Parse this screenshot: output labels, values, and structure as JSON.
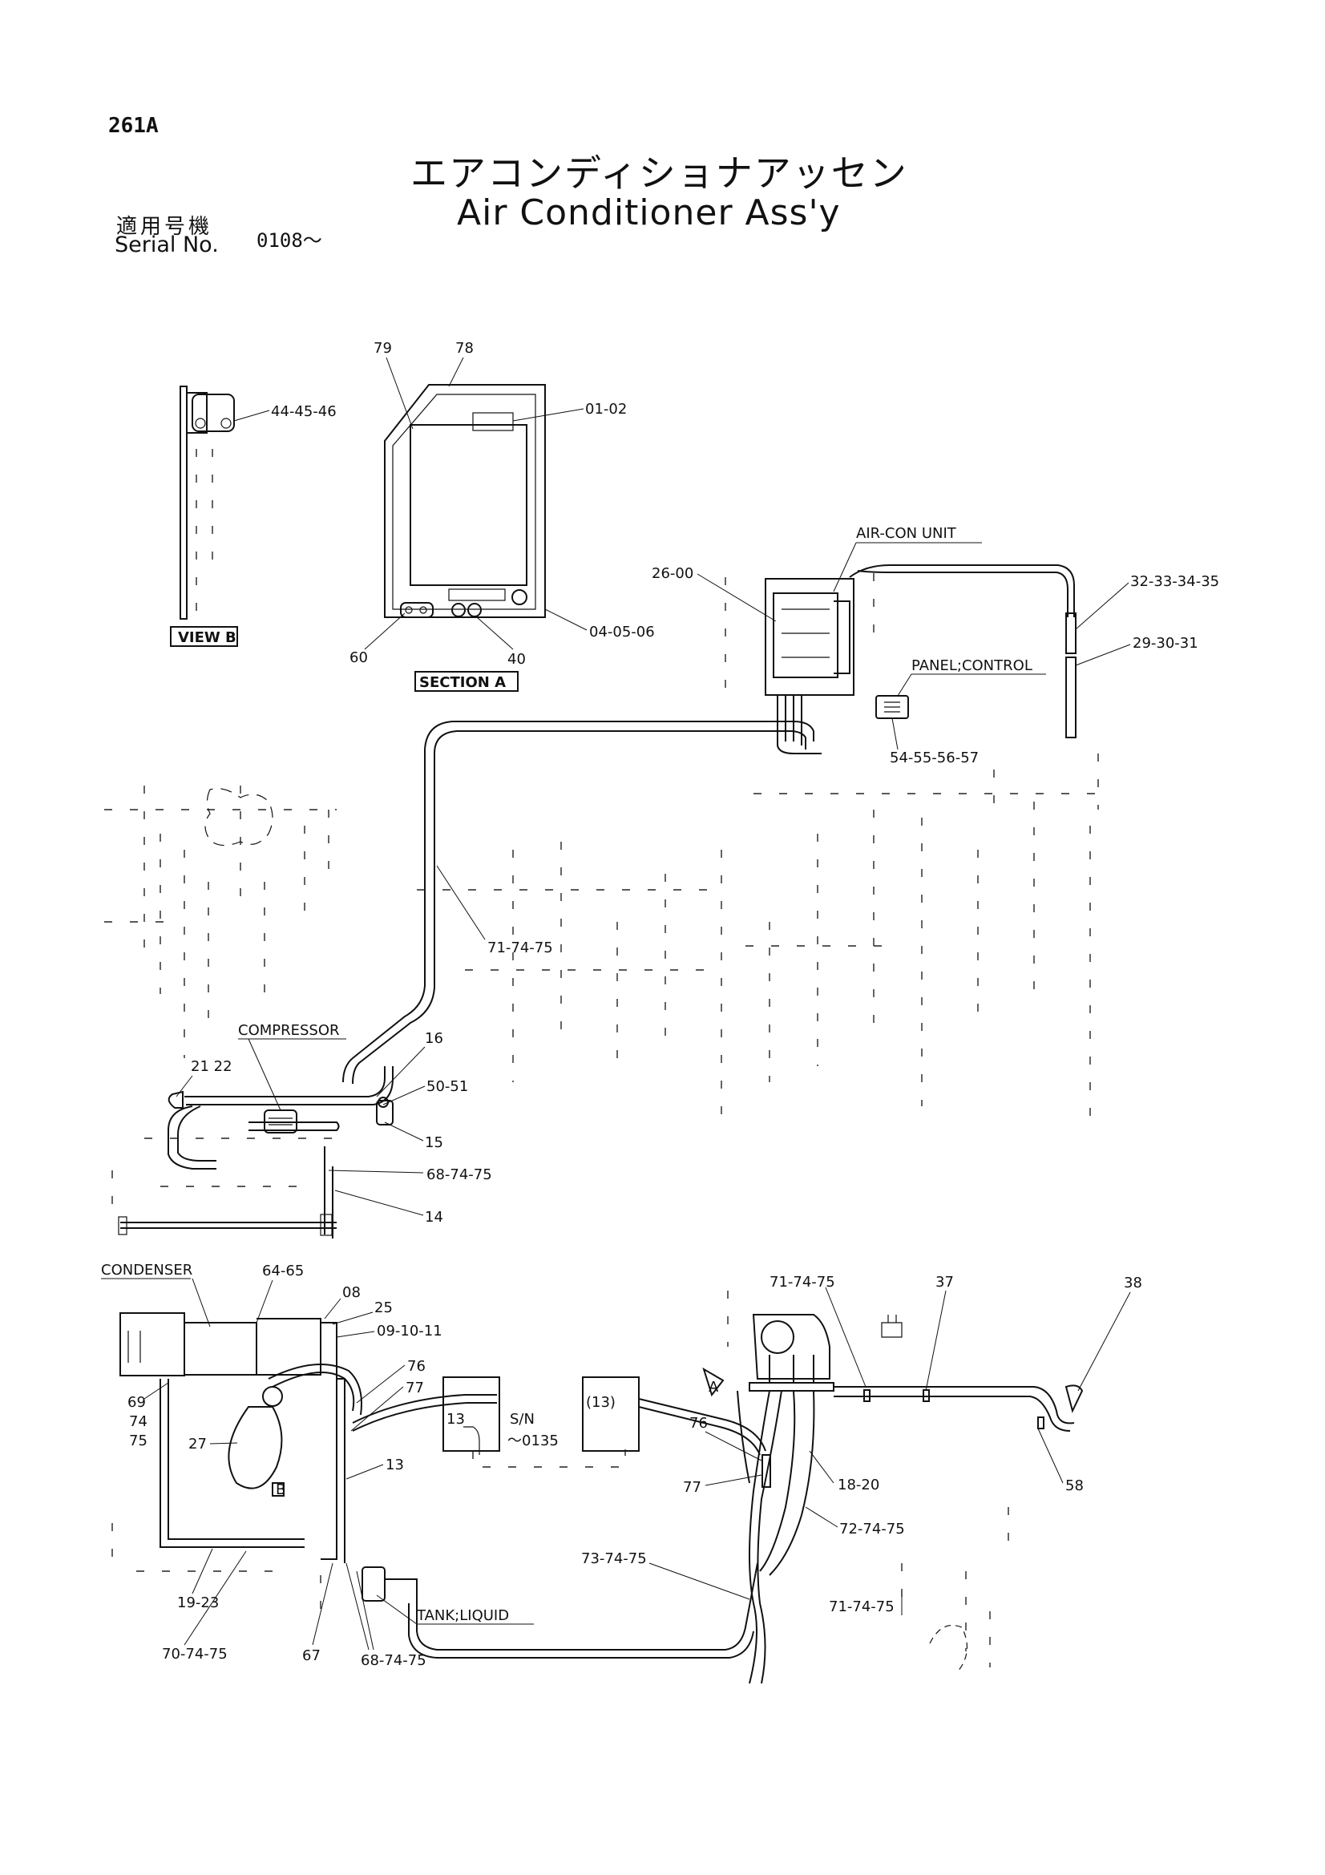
{
  "header": {
    "page_number": "261A",
    "title_jp": "エアコンディショナアッセン",
    "title_en": "Air Conditioner Ass'y",
    "serial_label_jp": "適用号機",
    "serial_label_en": "Serial No.",
    "serial_value": "0108～"
  },
  "callouts": {
    "c_79": "79",
    "c_78": "78",
    "c_01_02": "01-02",
    "c_44_45_46": "44-45-46",
    "c_60": "60",
    "c_40": "40",
    "c_04_05_06": "04-05-06",
    "view_b": "VIEW B",
    "section_a": "SECTION A",
    "air_con_unit": "AIR-CON UNIT",
    "c_26_00": "26-00",
    "c_32_33_34_35": "32-33-34-35",
    "c_29_30_31": "29-30-31",
    "panel_control": "PANEL;CONTROL",
    "c_54_55_56_57": "54-55-56-57",
    "c_71_74_75_a": "71-74-75",
    "compressor": "COMPRESSOR",
    "c_16": "16",
    "c_21_22": "21 22",
    "c_50_51": "50-51",
    "c_15": "15",
    "c_68_74_75_a": "68-74-75",
    "c_14": "14",
    "condenser": "CONDENSER",
    "c_64_65": "64-65",
    "c_08": "08",
    "c_25": "25",
    "c_09_10_11": "09-10-11",
    "c_76_a": "76",
    "c_77_a": "77",
    "c_69": "69",
    "c_74": "74",
    "c_75": "75",
    "c_27": "27",
    "c_13_a": "13",
    "c_13_b": "13",
    "c_13_c": "(13)",
    "sn": "S/N",
    "sn_value": "～0135",
    "c_19_23": "19-23",
    "c_70_74_75": "70-74-75",
    "c_67": "67",
    "c_68_74_75_b": "68-74-75",
    "tank_liquid": "TANK;LIQUID",
    "c_71_74_75_b": "71-74-75",
    "c_37": "37",
    "c_38": "38",
    "c_76_b": "76",
    "c_77_b": "77",
    "c_18_20": "18-20",
    "c_72_74_75": "72-74-75",
    "c_58": "58",
    "c_73_74_75": "73-74-75",
    "c_71_74_75_c": "71-74-75",
    "marker_a": "A",
    "marker_b": "B"
  }
}
